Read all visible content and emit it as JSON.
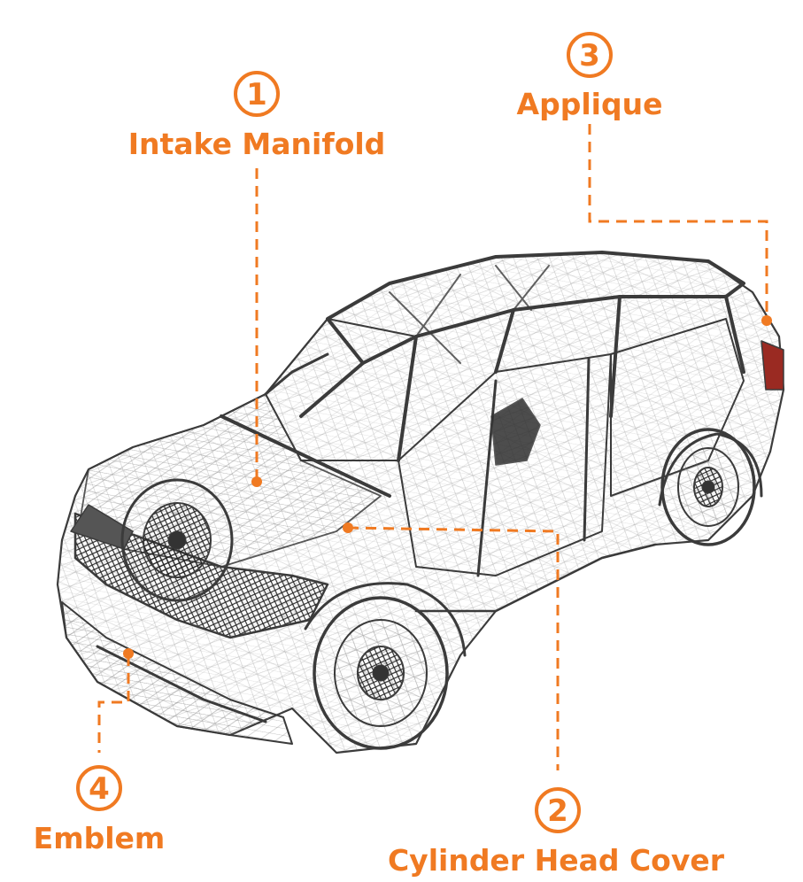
{
  "accent_color": "#f07a22",
  "wire_color": "#3b3b3b",
  "callouts": [
    {
      "number": "1",
      "label": "Intake Manifold"
    },
    {
      "number": "2",
      "label": "Cylinder Head Cover"
    },
    {
      "number": "3",
      "label": "Applique"
    },
    {
      "number": "4",
      "label": "Emblem"
    }
  ]
}
